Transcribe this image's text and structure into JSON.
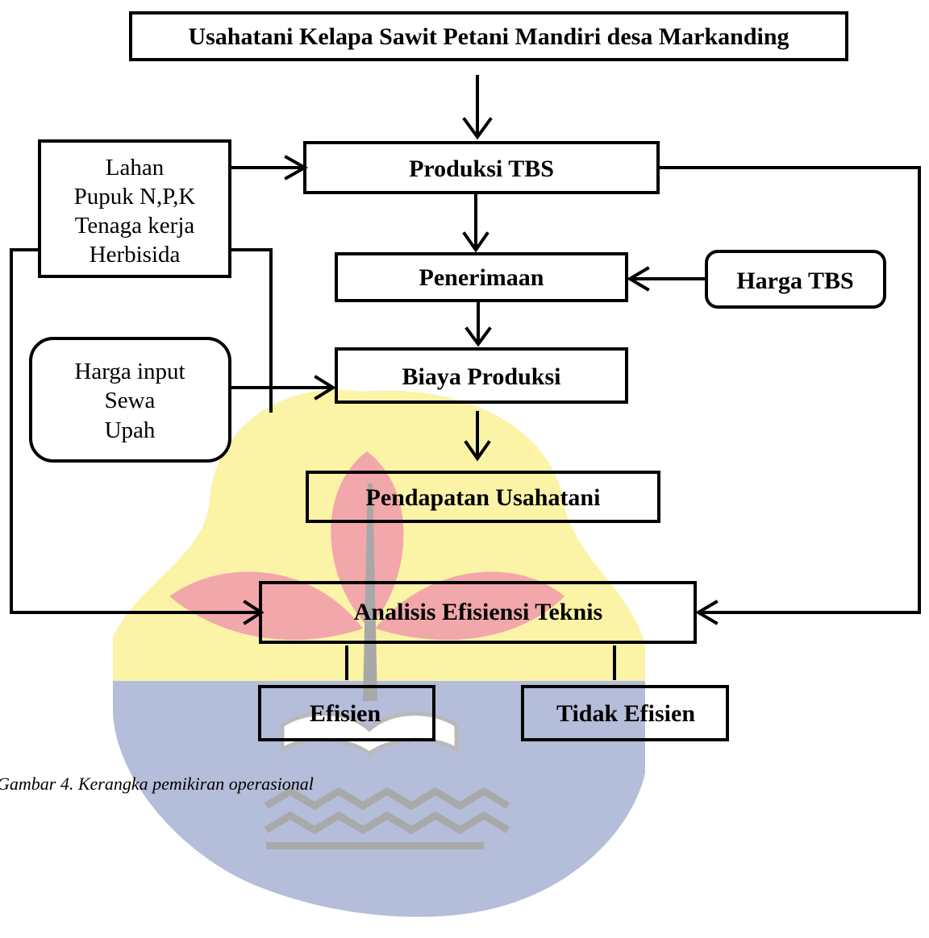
{
  "nodes": {
    "title": "Usahatani Kelapa Sawit Petani Mandiri desa Markanding",
    "inputs": [
      "Lahan",
      "Pupuk N,P,K",
      "Tenaga kerja",
      "Herbisida"
    ],
    "produksi": "Produksi TBS",
    "penerimaan": "Penerimaan",
    "harga_tbs": "Harga TBS",
    "costs": [
      "Harga input",
      "Sewa",
      "Upah"
    ],
    "biaya": "Biaya Produksi",
    "pendapatan": "Pendapatan Usahatani",
    "analisis": "Analisis Efisiensi Teknis",
    "efisien": "Efisien",
    "tidak_efisien": "Tidak Efisien"
  },
  "caption": "Gambar 4. Kerangka pemikiran operasional",
  "colors": {
    "watermark_yellow": "#fbf3a6",
    "watermark_blue": "#b4bdd9",
    "watermark_red": "#f2a7ab",
    "watermark_gray": "#b9b9b9"
  }
}
